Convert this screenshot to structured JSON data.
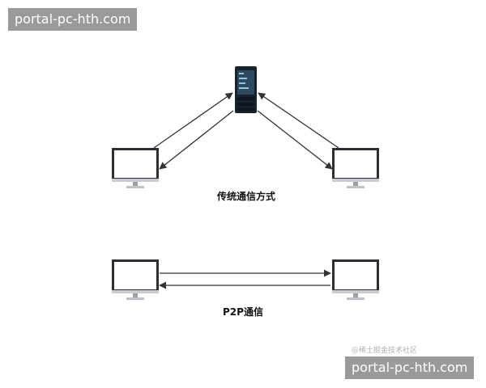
{
  "watermark": {
    "text": "portal-pc-hth.com"
  },
  "diagram": {
    "caption_traditional": "传统通信方式",
    "caption_p2p": "P2P通信",
    "credit": "@稀土掘金技术社区",
    "nodes": [
      {
        "id": "server",
        "kind": "server-icon"
      },
      {
        "id": "pc-left-top",
        "kind": "monitor-icon"
      },
      {
        "id": "pc-right-top",
        "kind": "monitor-icon"
      },
      {
        "id": "pc-left-bottom",
        "kind": "monitor-icon"
      },
      {
        "id": "pc-right-bottom",
        "kind": "monitor-icon"
      }
    ],
    "connections": [
      {
        "from": "pc-left-top",
        "to": "server"
      },
      {
        "from": "server",
        "to": "pc-left-top"
      },
      {
        "from": "server",
        "to": "pc-right-top"
      },
      {
        "from": "pc-right-top",
        "to": "server"
      },
      {
        "from": "pc-left-bottom",
        "to": "pc-right-bottom"
      },
      {
        "from": "pc-right-bottom",
        "to": "pc-left-bottom"
      }
    ]
  }
}
